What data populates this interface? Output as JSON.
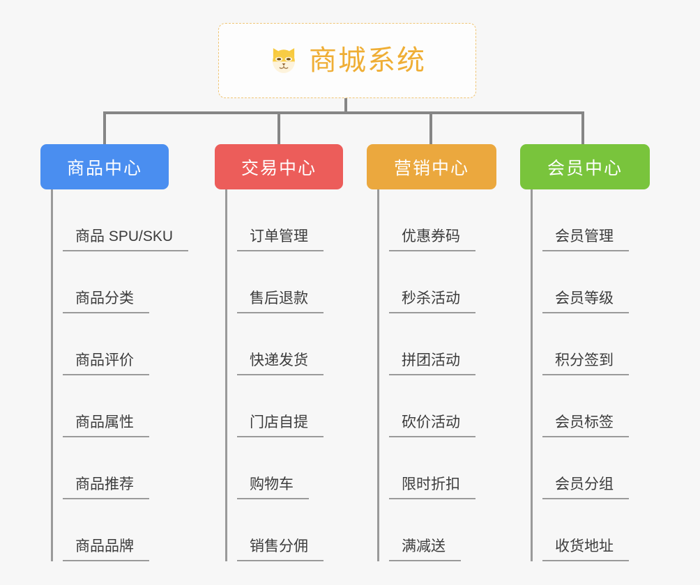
{
  "diagram": {
    "type": "mindmap-tree",
    "background_color": "#f7f7f7",
    "root": {
      "title": "商城系统",
      "icon": "shiba-dog-face-icon",
      "border_color": "#efc473",
      "text_color": "#efae35",
      "background_color": "#fdfdfd"
    },
    "connector_color": "#868686",
    "branches": [
      {
        "label": "商品中心",
        "color": "#4a8ef0",
        "leaves": [
          "商品 SPU/SKU",
          "商品分类",
          "商品评价",
          "商品属性",
          "商品推荐",
          "商品品牌"
        ]
      },
      {
        "label": "交易中心",
        "color": "#ec5d5a",
        "leaves": [
          "订单管理",
          "售后退款",
          "快递发货",
          "门店自提",
          "购物车",
          "销售分佣"
        ]
      },
      {
        "label": "营销中心",
        "color": "#eba83e",
        "leaves": [
          "优惠券码",
          "秒杀活动",
          "拼团活动",
          "砍价活动",
          "限时折扣",
          "满减送"
        ]
      },
      {
        "label": "会员中心",
        "color": "#79c43c",
        "leaves": [
          "会员管理",
          "会员等级",
          "积分签到",
          "会员标签",
          "会员分组",
          "收货地址"
        ]
      }
    ]
  }
}
